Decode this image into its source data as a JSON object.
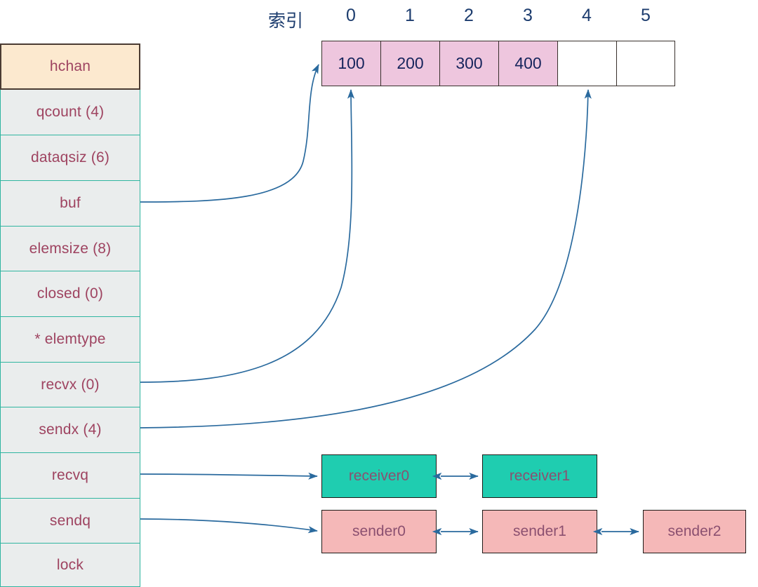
{
  "diagram": {
    "title": "hchan",
    "index_caption": "索引",
    "indices": [
      "0",
      "1",
      "2",
      "3",
      "4",
      "5"
    ]
  },
  "struct": {
    "header": "hchan",
    "fields": [
      {
        "label": "qcount (4)"
      },
      {
        "label": "dataqsiz (6)"
      },
      {
        "label": "buf"
      },
      {
        "label": "elemsize (8)"
      },
      {
        "label": "closed (0)"
      },
      {
        "label": "* elemtype"
      },
      {
        "label": "recvx (0)"
      },
      {
        "label": "sendx (4)"
      },
      {
        "label": "recvq"
      },
      {
        "label": "sendq"
      },
      {
        "label": "lock"
      }
    ]
  },
  "buffer": {
    "cells": [
      {
        "value": "100",
        "filled": true
      },
      {
        "value": "200",
        "filled": true
      },
      {
        "value": "300",
        "filled": true
      },
      {
        "value": "400",
        "filled": true
      },
      {
        "value": "",
        "filled": false
      },
      {
        "value": "",
        "filled": false
      }
    ]
  },
  "recvq": {
    "nodes": [
      "receiver0",
      "receiver1"
    ]
  },
  "sendq": {
    "nodes": [
      "sender0",
      "sender1",
      "sender2"
    ]
  },
  "colors": {
    "header_fill": "#fce9cf",
    "header_border": "#4a3b32",
    "row_fill": "#eaeded",
    "row_border": "#2fb5a0",
    "row_text": "#9e4360",
    "buffer_filled": "#eec6de",
    "buffer_border": "#38302c",
    "buffer_text": "#16245c",
    "index_text": "#1c3c6e",
    "arrow": "#2a6a9e",
    "receiver_fill": "#1fcdb0",
    "sender_fill": "#f5b8b8",
    "node_text": "#8b5070"
  }
}
